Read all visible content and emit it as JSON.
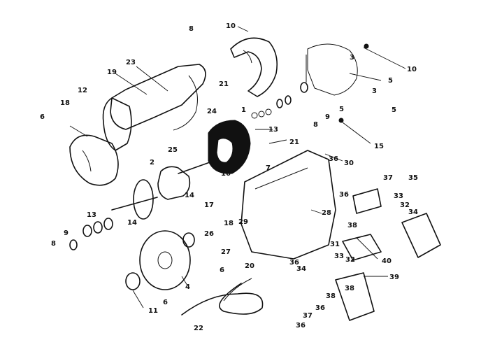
{
  "callouts": [
    "10",
    "8",
    "10",
    "23",
    "19",
    "12",
    "18",
    "5",
    "3",
    "21",
    "9",
    "5",
    "8",
    "13",
    "15",
    "1",
    "6",
    "24",
    "25",
    "21",
    "30",
    "7",
    "2",
    "16",
    "14",
    "17",
    "37",
    "35",
    "36",
    "33",
    "32",
    "13",
    "28",
    "34",
    "14",
    "38",
    "18",
    "9",
    "29",
    "26",
    "31",
    "8",
    "27",
    "40",
    "33",
    "32",
    "20",
    "6",
    "34",
    "39",
    "11",
    "4",
    "6",
    "38",
    "22",
    "37",
    "36",
    "36",
    "36",
    "38",
    "3",
    "5",
    "36"
  ]
}
